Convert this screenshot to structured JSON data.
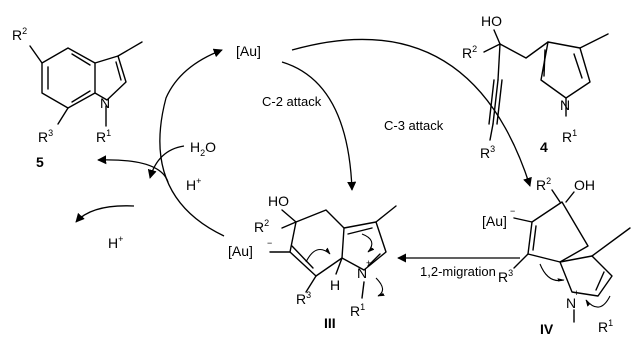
{
  "catalyst": "[Au]",
  "steps": {
    "c2_attack": "C-2 attack",
    "c3_attack": "C-3 attack",
    "migration": "1,2-migration"
  },
  "species": {
    "water": "H",
    "water_sub": "2",
    "water_o": "O",
    "proton": "H",
    "plus": "+",
    "minus": "−",
    "hydroxyl": "HO",
    "hydroxyl_r": "OH",
    "hydrogen": "H",
    "nitrogen": "N"
  },
  "substituents": {
    "r": "R",
    "r1": "1",
    "r2": "2",
    "r3": "3"
  },
  "compounds": {
    "product": "5",
    "substrate": "4",
    "intermediate_iii": "III",
    "intermediate_iv": "IV"
  }
}
